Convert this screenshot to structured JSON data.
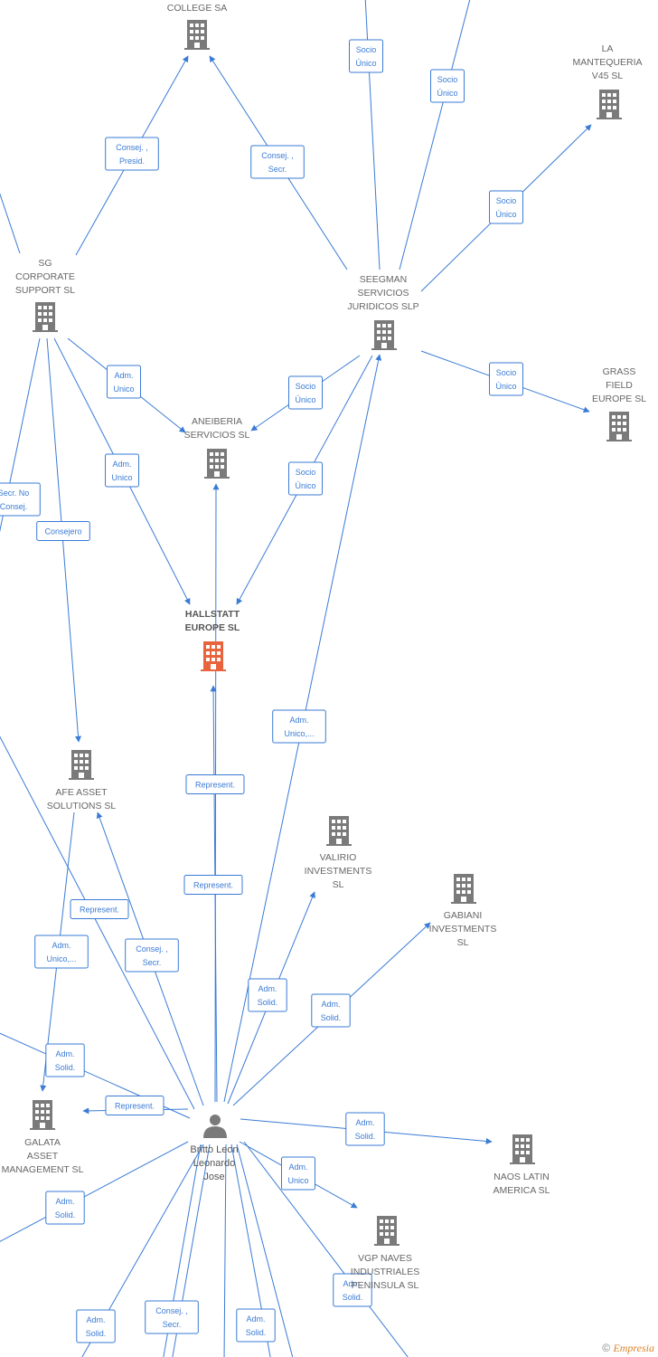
{
  "nodes": [
    {
      "id": "college",
      "type": "company",
      "lines": [
        "COLLEGE SA"
      ]
    },
    {
      "id": "mantequeria",
      "type": "company",
      "lines": [
        "LA",
        "MANTEQUERIA",
        "V45  SL"
      ]
    },
    {
      "id": "sg",
      "type": "company",
      "lines": [
        "SG",
        "CORPORATE",
        "SUPPORT  SL"
      ]
    },
    {
      "id": "seegman",
      "type": "company",
      "lines": [
        "SEEGMAN",
        "SERVICIOS",
        "JURIDICOS  SLP"
      ]
    },
    {
      "id": "grass",
      "type": "company",
      "lines": [
        "GRASS",
        "FIELD",
        "EUROPE  SL"
      ]
    },
    {
      "id": "aneiberia",
      "type": "company",
      "lines": [
        "ANEIBERIA",
        "SERVICIOS  SL"
      ]
    },
    {
      "id": "hallstatt",
      "type": "main",
      "lines": [
        "HALLSTATT",
        "EUROPE  SL"
      ]
    },
    {
      "id": "afe",
      "type": "company",
      "lines": [
        "AFE ASSET",
        "SOLUTIONS  SL"
      ]
    },
    {
      "id": "valirio",
      "type": "company",
      "lines": [
        "VALIRIO",
        "INVESTMENTS",
        "SL"
      ]
    },
    {
      "id": "gabiani",
      "type": "company",
      "lines": [
        "GABIANI",
        "INVESTMENTS",
        "SL"
      ]
    },
    {
      "id": "galata",
      "type": "company",
      "lines": [
        "GALATA",
        "ASSET",
        "MANAGEMENT SL"
      ]
    },
    {
      "id": "britto",
      "type": "person",
      "lines": [
        "Britto Leon",
        "Leonardo",
        "Jose"
      ]
    },
    {
      "id": "naos",
      "type": "company",
      "lines": [
        "NAOS LATIN",
        "AMERICA  SL"
      ]
    },
    {
      "id": "vgp",
      "type": "company",
      "lines": [
        "VGP NAVES",
        "INDUSTRIALES",
        "PENINSULA  SL"
      ]
    }
  ],
  "edges": [
    {
      "from": "sg",
      "to": "college",
      "label": [
        "Consej. ,",
        "Presid."
      ]
    },
    {
      "from": "seegman",
      "to": "college",
      "label": [
        "Consej. ,",
        "Secr."
      ]
    },
    {
      "from": "seegman",
      "to": "top-left",
      "label": [
        "Socio",
        "Único"
      ]
    },
    {
      "from": "seegman",
      "to": "top-right",
      "label": [
        "Socio",
        "Único"
      ]
    },
    {
      "from": "seegman",
      "to": "mantequeria",
      "label": [
        "Socio",
        "Único"
      ]
    },
    {
      "from": "seegman",
      "to": "grass",
      "label": [
        "Socio",
        "Único"
      ]
    },
    {
      "from": "seegman",
      "to": "aneiberia",
      "label": [
        "Socio",
        "Único"
      ]
    },
    {
      "from": "seegman",
      "to": "hallstatt",
      "label": [
        "Socio",
        "Único"
      ]
    },
    {
      "from": "sg",
      "to": "aneiberia",
      "label": [
        "Adm.",
        "Unico"
      ]
    },
    {
      "from": "sg",
      "to": "hallstatt",
      "label": [
        "Adm.",
        "Unico"
      ]
    },
    {
      "from": "sg",
      "to": "afe",
      "label": [
        "Consejero"
      ]
    },
    {
      "from": "sg",
      "to": "left-off",
      "label": [
        "Secr.  No",
        "Consej."
      ]
    },
    {
      "from": "britto",
      "to": "seegman",
      "label": [
        "Adm.",
        "Unico,..."
      ]
    },
    {
      "from": "britto",
      "to": "hallstatt",
      "label": [
        "Represent."
      ]
    },
    {
      "from": "britto",
      "to": "aneiberia",
      "label": [
        "Represent."
      ]
    },
    {
      "from": "britto",
      "to": "afe",
      "label": [
        "Consej. ,",
        "Secr."
      ]
    },
    {
      "from": "britto",
      "to": "left-far",
      "label": [
        "Represent."
      ]
    },
    {
      "from": "afe",
      "to": "galata",
      "label": [
        "Adm.",
        "Unico,..."
      ]
    },
    {
      "from": "britto",
      "to": "valirio",
      "label": [
        "Adm.",
        "Solid."
      ]
    },
    {
      "from": "britto",
      "to": "gabiani",
      "label": [
        "Adm.",
        "Solid."
      ]
    },
    {
      "from": "britto",
      "to": "left-mid",
      "label": [
        "Adm.",
        "Solid."
      ]
    },
    {
      "from": "britto",
      "to": "galata",
      "label": [
        "Represent."
      ]
    },
    {
      "from": "britto",
      "to": "naos",
      "label": [
        "Adm.",
        "Solid."
      ]
    },
    {
      "from": "britto",
      "to": "vgp",
      "label": [
        "Adm.",
        "Unico"
      ]
    },
    {
      "from": "britto",
      "to": "left-low",
      "label": [
        "Adm.",
        "Solid."
      ]
    },
    {
      "from": "britto",
      "to": "bottom-1",
      "label": [
        "Adm.",
        "Solid."
      ]
    },
    {
      "from": "britto",
      "to": "bottom-2",
      "label": [
        "Consej. ,",
        "Secr."
      ]
    },
    {
      "from": "britto",
      "to": "bottom-3",
      "label": [
        "Adm.",
        "Solid."
      ]
    },
    {
      "from": "britto",
      "to": "bottom-right",
      "label": [
        "Adm.",
        "Solid."
      ]
    }
  ],
  "colors": {
    "edge": "#3a7bd5",
    "company_icon": "#7a7a7a",
    "main_icon": "#e8643c",
    "person_icon": "#7a7a7a",
    "label": "#666666"
  },
  "watermark": {
    "symbol": "©",
    "brand": "Empresia"
  }
}
